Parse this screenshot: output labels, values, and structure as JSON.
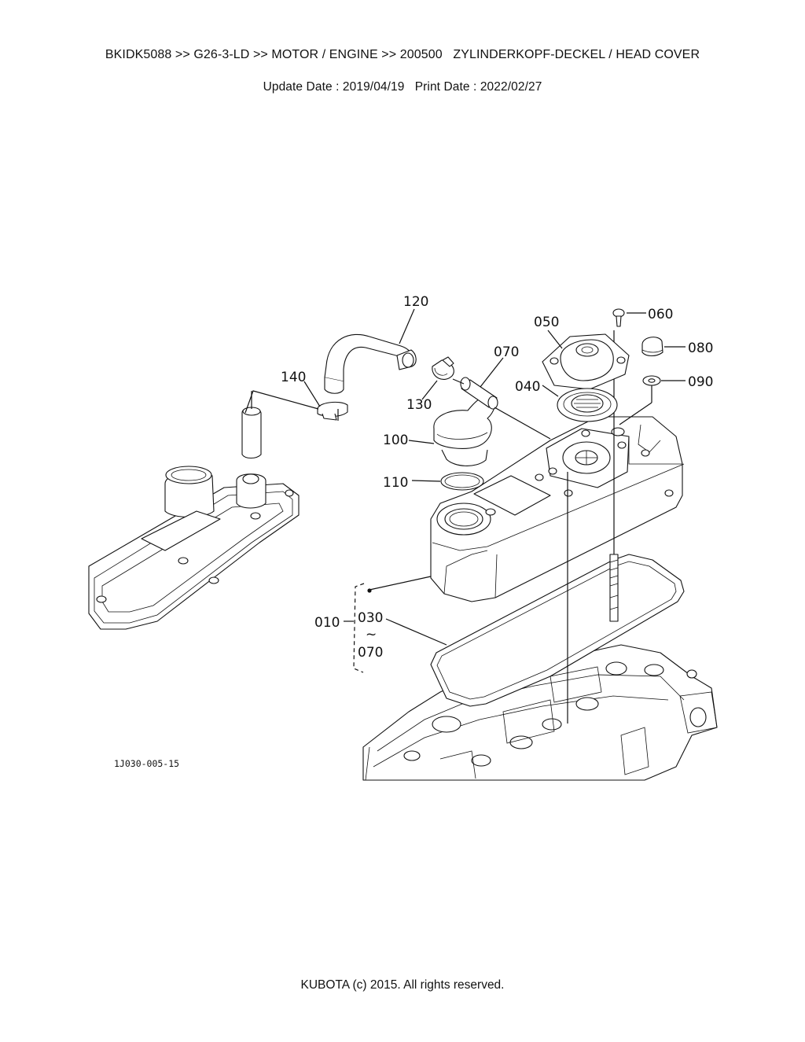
{
  "header": {
    "breadcrumb": "BKIDK5088 >> G26-3-LD >> MOTOR / ENGINE >> 200500   ZYLINDERKOPF-DECKEL / HEAD COVER",
    "dates": "Update Date : 2019/04/19   Print Date : 2022/02/27"
  },
  "diagram": {
    "figure_code": "1J030-005-15",
    "callouts": {
      "c120": "120",
      "c050": "050",
      "c060": "060",
      "c070": "070",
      "c080": "080",
      "c040": "040",
      "c090": "090",
      "c140": "140",
      "c130": "130",
      "c100": "100",
      "c110": "110",
      "c010": "010",
      "c030": "030",
      "c_tilde": "~",
      "c070b": "070"
    }
  },
  "footer": {
    "copyright": "KUBOTA (c) 2015. All rights reserved."
  }
}
